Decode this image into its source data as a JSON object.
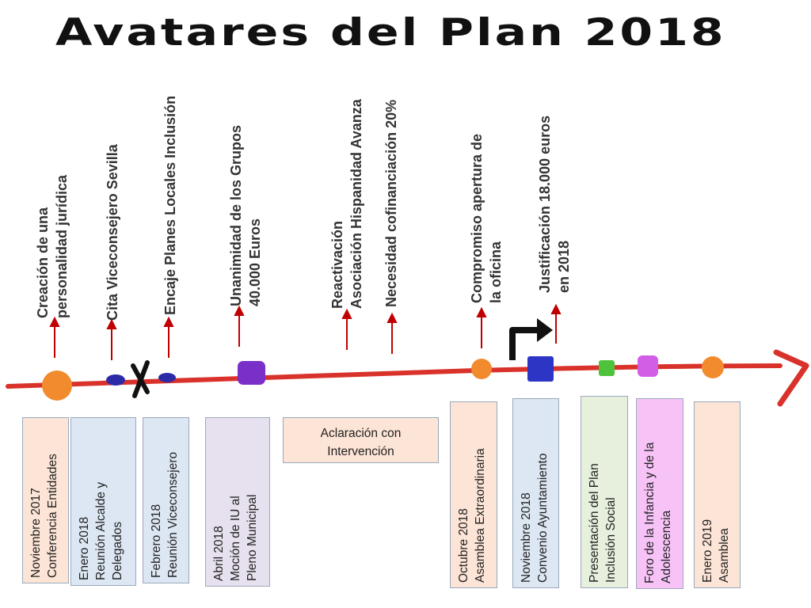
{
  "title": "Avatares del Plan 2018",
  "colors": {
    "axis": "#d9322b",
    "arrow": "#c00000",
    "box_peach": "#fce4d6",
    "box_blue": "#dde7f3",
    "box_lavender": "#e7e1ef",
    "box_green": "#e6f0dd",
    "box_pink": "#f7c3f7",
    "dot_orange": "#f28a2e",
    "dot_navy": "#2b2ba8",
    "dot_purple": "#7b2fc9",
    "dot_blue": "#2c35c4",
    "dot_green": "#4fc23b",
    "dot_magenta": "#d35ee6"
  },
  "top_labels": [
    {
      "line1": "Creación de una",
      "line2": "personalidad jurídica"
    },
    {
      "line1": "Cita Viceconsejero Sevilla",
      "line2": ""
    },
    {
      "line1": "Encaje Planes Locales Inclusión",
      "line2": ""
    },
    {
      "line1": "Unanimidad de los Grupos",
      "line2": "40.000 Euros"
    },
    {
      "line1": "Reactivación",
      "line2": "Asociación Hispanidad Avanza"
    },
    {
      "line1": "Necesidad cofinanciación 20%",
      "line2": ""
    },
    {
      "line1": "Compromiso  apertura de",
      "line2": "la oficina"
    },
    {
      "line1": "Justificación 18.000 euros",
      "line2": "en 2018"
    }
  ],
  "bottom_boxes": [
    {
      "text": "Noviembre 2017\nConferencia Entidades"
    },
    {
      "text": "Enero 2018\nReunión Alcalde  y\nDelegados"
    },
    {
      "text": "Febrero 2018\nReunión Viceconsejero"
    },
    {
      "text": "Abril 2018\nMoción de IU al\nPleno Municipal"
    },
    {
      "text": "Aclaración con\nIntervención"
    },
    {
      "text": "Octubre  2018\nAsamblea Extraordinaria"
    },
    {
      "text": "Noviembre 2018\nConvenio Ayuntamiento"
    },
    {
      "text": "Presentación del Plan\nInclusión Social"
    },
    {
      "text": "Foro de la Infancia y de la\nAdolescencia"
    },
    {
      "text": "Enero 2019\nAsamblea"
    }
  ]
}
